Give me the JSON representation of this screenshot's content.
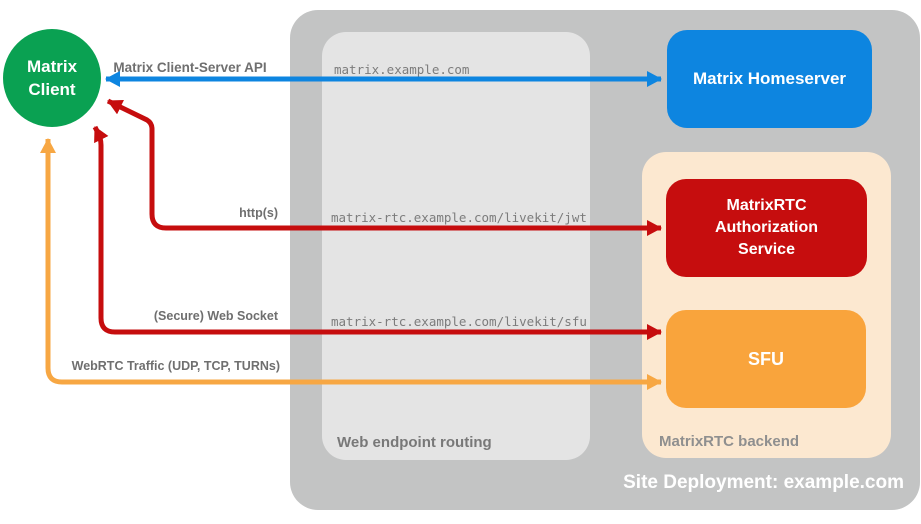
{
  "palette": {
    "background": "#ffffff",
    "client_green": "#0aa152",
    "homeserver_blue": "#0d85e0",
    "service_red": "#c60d0e",
    "sfu_orange": "#f9a43c",
    "backend_peach": "#fce8d0",
    "container_gray": "#c3c4c4",
    "routing_gray": "#e4e4e4",
    "label_gray": "#6f6f6f"
  },
  "client": {
    "label": "Matrix Client"
  },
  "homeserver": {
    "label": "Matrix Homeserver"
  },
  "backend": {
    "title": "MatrixRTC backend",
    "services": [
      {
        "label": "MatrixRTC Authorization Service"
      },
      {
        "label": "SFU"
      }
    ]
  },
  "routing": {
    "title": "Web endpoint routing",
    "endpoints": [
      "matrix.example.com",
      "matrix-rtc.example.com/livekit/jwt",
      "matrix-rtc.example.com/livekit/sfu"
    ]
  },
  "arrows": [
    {
      "label": "Matrix Client-Server API",
      "color": "#0d85e0"
    },
    {
      "label": "http(s)",
      "color": "#c60d0e"
    },
    {
      "label": "(Secure) Web Socket",
      "color": "#c60d0e"
    },
    {
      "label": "WebRTC Traffic (UDP, TCP, TURNs)",
      "color": "#f7a743"
    }
  ],
  "deployment": {
    "label": "Site Deployment: example.com"
  }
}
